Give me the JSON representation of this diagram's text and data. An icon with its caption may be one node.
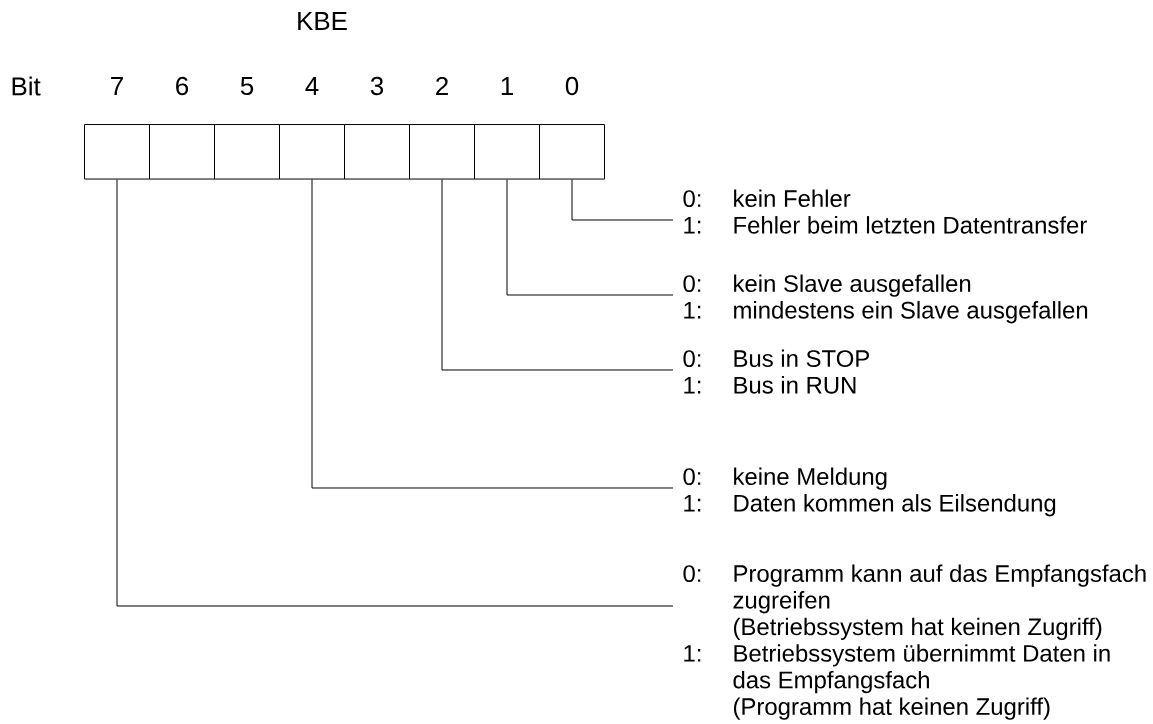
{
  "diagram": {
    "title": "KBE",
    "nodes": [
      {
        "text": [],
        "shape": "box"
      },
      {
        "text": [],
        "shape": "box"
      },
      {
        "text": [],
        "shape": "box"
      },
      {
        "text": [],
        "shape": "box"
      },
      {
        "text": [],
        "shape": "box"
      },
      {
        "text": [],
        "shape": "box"
      },
      {
        "text": [],
        "shape": "box"
      },
      {
        "text": [],
        "shape": "box"
      },
      {
        "text": [
          "0:",
          "kein Fehler",
          "1:",
          "Fehler beim letzten Datentransfer"
        ]
      },
      {
        "text": [
          "0:",
          "kein Slave ausgefallen",
          "1:",
          "mindestens ein Slave ausgefallen"
        ]
      },
      {
        "text": [
          "0:",
          "Bus in STOP",
          "1:",
          "Bus in RUN"
        ]
      },
      {
        "text": [
          "0:",
          "keine Meldung",
          "1:",
          "Daten kommen als Eilsendung"
        ]
      },
      {
        "text": [
          "0:",
          "Programm kann auf das Empfangsfach zugreifen",
          "(Betriebssystem hat keinen Zugriff)",
          "1:",
          "Betriebssystem übernimmt Daten in das Empfangsfach",
          "(Programm hat keinen Zugriff)"
        ]
      }
    ],
    "edges": [
      {
        "from": 7,
        "to": 8,
        "arrow": "none"
      },
      {
        "from": 6,
        "to": 9,
        "arrow": "none"
      },
      {
        "from": 5,
        "to": 10,
        "arrow": "none"
      },
      {
        "from": 3,
        "to": 11,
        "arrow": "none"
      },
      {
        "from": 0,
        "to": 12,
        "arrow": "none"
      }
    ],
    "labels": [
      "Bit",
      "7",
      "6",
      "5",
      "4",
      "3",
      "2",
      "1",
      "0"
    ]
  }
}
